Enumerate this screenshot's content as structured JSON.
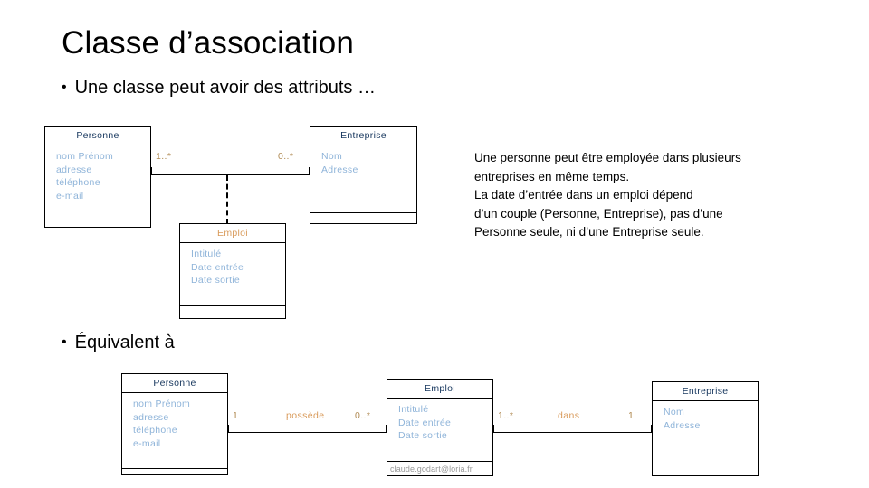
{
  "slide": {
    "title": "Classe d’association",
    "bullets": [
      {
        "marker": "•",
        "text": "Une classe peut avoir des attributs …"
      },
      {
        "marker": "•",
        "text": "Équivalent à"
      }
    ],
    "note_lines": [
      "Une personne peut être employée dans plusieurs",
      "entreprises en même temps.",
      "La date d’entrée dans un emploi dépend",
      "d’un couple (Personne, Entreprise), pas d’une",
      "Personne seule,  ni d’une Entreprise seule."
    ],
    "footer_email": "claude.godart@loria.fr"
  },
  "diagram_top": {
    "classes": {
      "personne": {
        "name": "Personne",
        "attributes": "nom Prénom\nadresse\ntéléphone\ne-mail"
      },
      "entreprise": {
        "name": "Entreprise",
        "attributes": "Nom\nAdresse"
      },
      "emploi": {
        "name": "Emploi",
        "attributes": "Intitulé\nDate entrée\nDate sortie"
      }
    },
    "multiplicities": {
      "left": "1..*",
      "right": "0..*"
    }
  },
  "diagram_bottom": {
    "classes": {
      "personne": {
        "name": "Personne",
        "attributes": "nom Prénom\nadresse\ntéléphone\ne-mail"
      },
      "emploi": {
        "name": "Emploi",
        "attributes": "Intitulé\nDate entrée\nDate sortie"
      },
      "entreprise": {
        "name": "Entreprise",
        "attributes": "Nom\nAdresse"
      }
    },
    "associations": [
      {
        "source_mult": "1",
        "name": "possède",
        "target_mult": "0..*"
      },
      {
        "source_mult": "1..*",
        "name": "dans",
        "target_mult": "1"
      }
    ]
  },
  "colors": {
    "class_name": "#17375E",
    "attribute": "#8FB4D9",
    "accent": "#D99B5B",
    "multiplicity": "#B08A53",
    "email": "#999999",
    "line": "#000000"
  }
}
